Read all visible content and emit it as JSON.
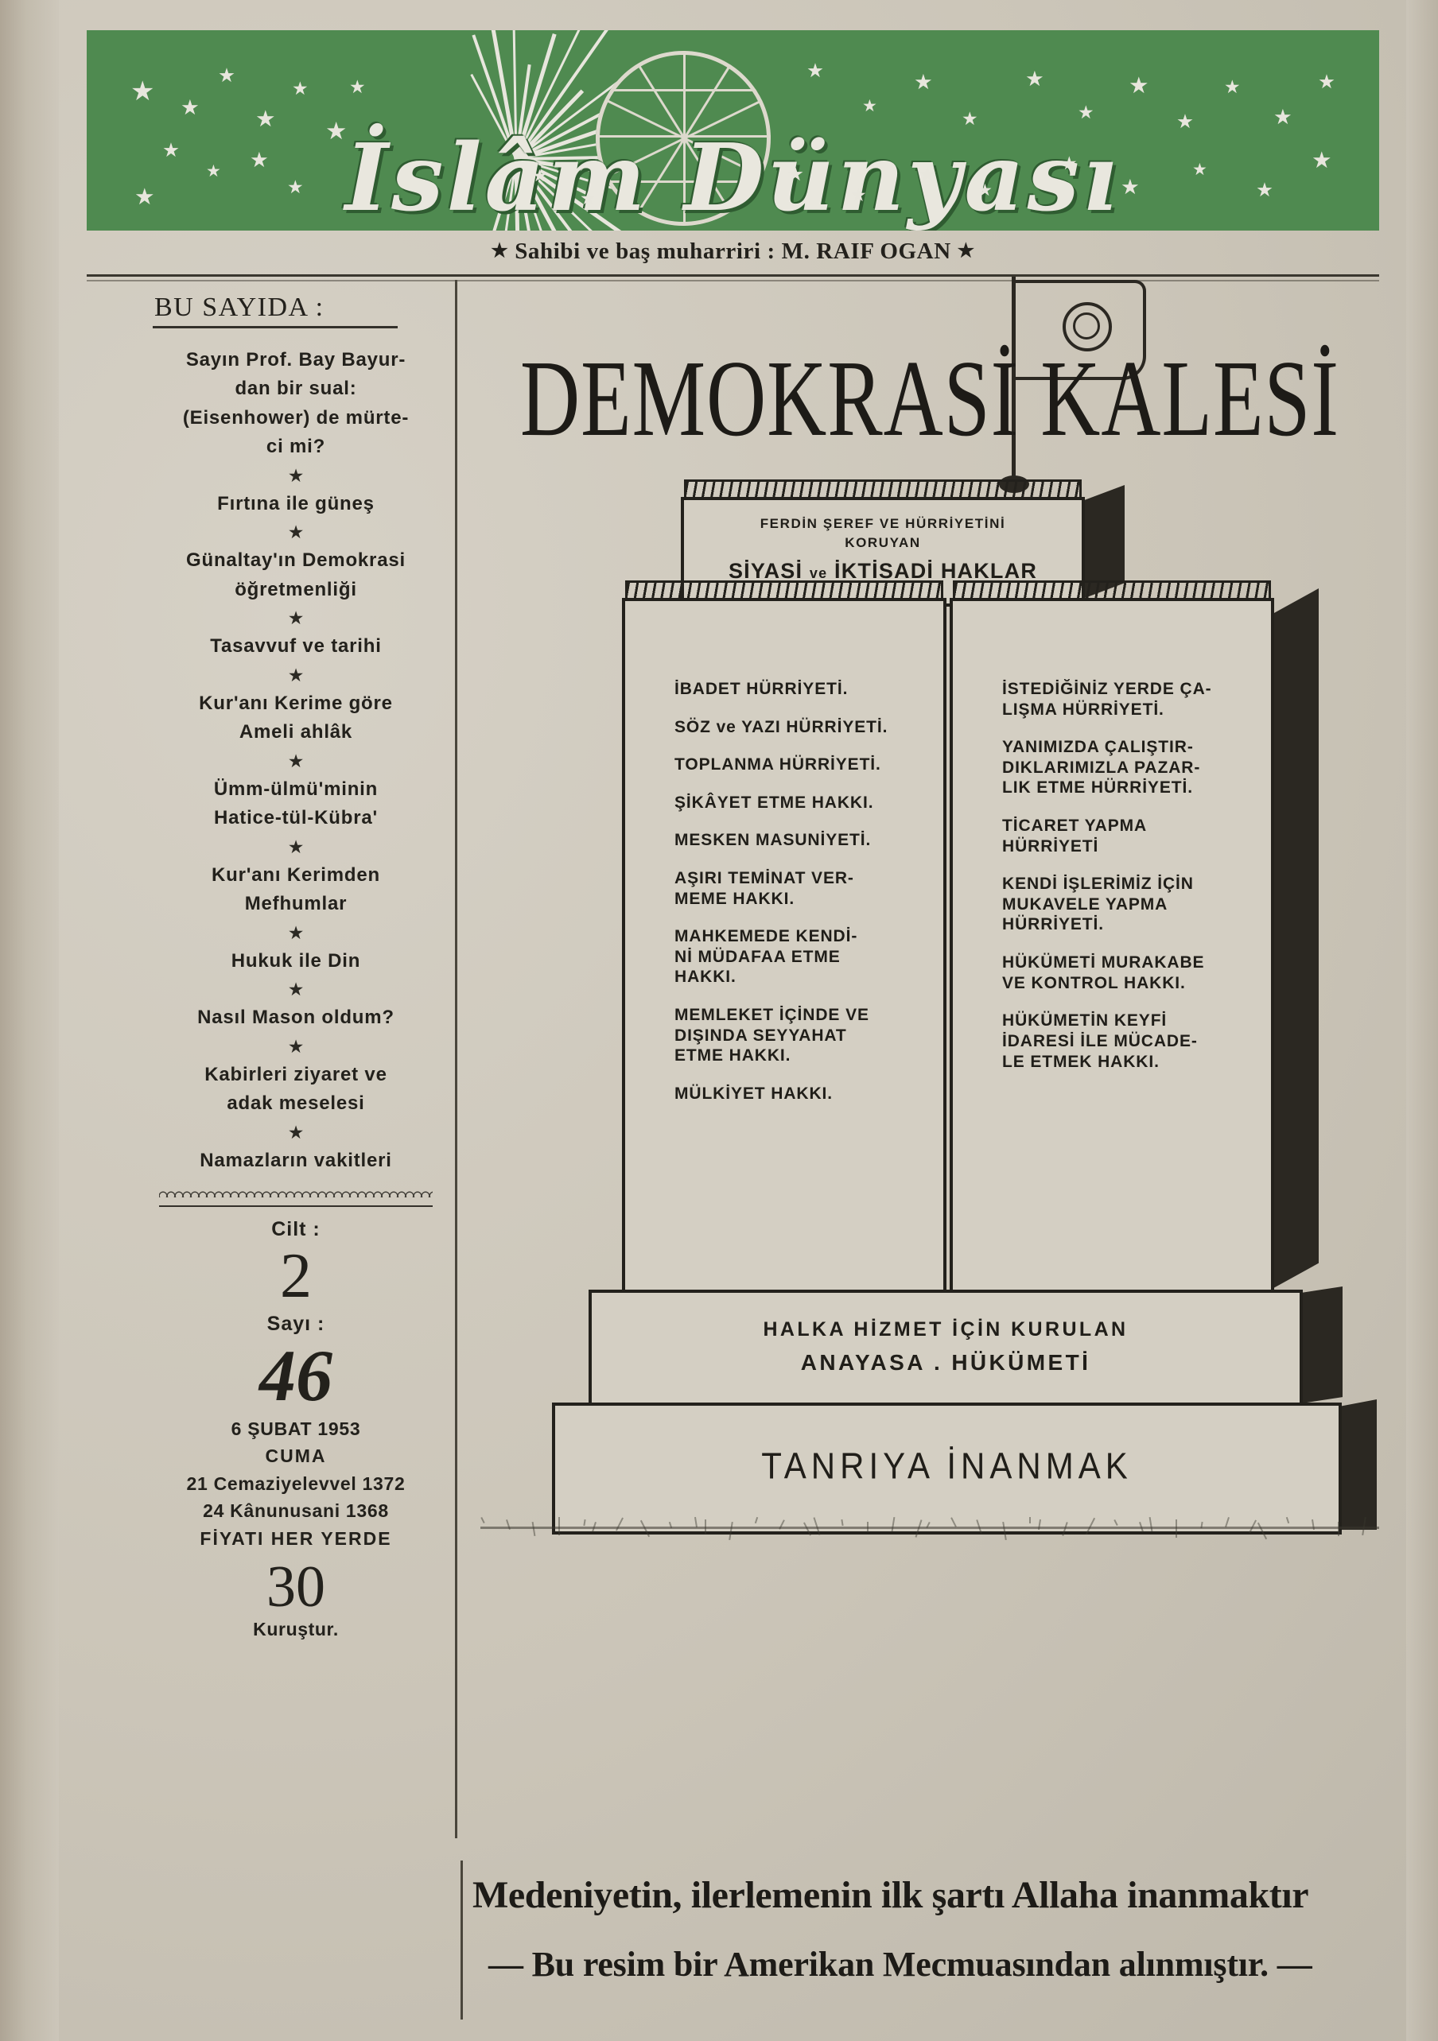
{
  "masthead": {
    "logotype": "İslâm Dünyası",
    "byline_star": "★",
    "byline": "Sahibi ve baş muharriri : M. RAIF OGAN",
    "accent_green": "#4f8a50",
    "paper": "#cdc7bb",
    "ink": "#23211c"
  },
  "sidebar": {
    "heading": "BU SAYIDA :",
    "separator": "★",
    "items": [
      "Sayın Prof. Bay Bayur-\ndan bir sual:\n(Eisenhower) de mürte-\nci mi?",
      "Fırtına ile güneş",
      "Günaltay'ın Demokrasi\nöğretmenliği",
      "Tasavvuf ve tarihi",
      "Kur'anı Kerime göre\nAmeli ahlâk",
      "Ümm-ülmü'minin\nHatice-tül-Kübra'",
      "Kur'anı Kerimden\nMefhumlar",
      "Hukuk ile Din",
      "Nasıl Mason oldum?",
      "Kabirleri ziyaret ve\nadak meselesi",
      "Namazların vakitleri"
    ],
    "volume_label": "Cilt :",
    "volume_value": "2",
    "issue_label": "Sayı :",
    "issue_value": "46",
    "date_gregorian": "6 ŞUBAT  1953",
    "day_name": "CUMA",
    "date_hijri": "21 Cemaziyelevvel  1372",
    "date_rumi": "24 Kânunusani 1368",
    "price_label": "FİYATI HER YERDE",
    "price_value": "30",
    "price_unit": "Kuruştur."
  },
  "illustration": {
    "title": "DEMOKRASİ KALESİ",
    "flag_icon": "flag-icon",
    "top_block": {
      "line1": "FERDİN ŞEREF VE HÜRRİYETİNİ",
      "line2": "KORUYAN",
      "line3_a": "SİYASİ",
      "line3_ve": "ve",
      "line3_b": "İKTİSADİ HAKLAR"
    },
    "left_pillar": [
      "İBADET HÜRRİYETİ.",
      "SÖZ ve YAZI HÜRRİYETİ.",
      "TOPLANMA HÜRRİYETİ.",
      "ŞİKÂYET ETME HAKKI.",
      "MESKEN MASUNİYETİ.",
      "AŞIRI TEMİNAT VER-\nMEME HAKKI.",
      "MAHKEMEDE KENDİ-\nNİ MÜDAFAA ETME\nHAKKI.",
      "MEMLEKET İÇİNDE VE\nDIŞINDA SEYYAHAT\nETME HAKKI.",
      "MÜLKİYET HAKKI."
    ],
    "right_pillar": [
      "İSTEDİĞİNİZ YERDE ÇA-\nLIŞMA HÜRRİYETİ.",
      "YANIMIZDA ÇALIŞTIR-\nDIKLARIMIZLA PAZAR-\nLIK ETME HÜRRİYETİ.",
      "TİCARET YAPMA\nHÜRRİYETİ",
      "KENDİ İŞLERİMİZ İÇİN\nMUKAVELE YAPMA\nHÜRRİYETİ.",
      "HÜKÜMETİ MURAKABE\nVE KONTROL HAKKI.",
      "HÜKÜMETİN KEYFİ\nİDARESİ İLE MÜCADE-\nLE ETMEK HAKKI."
    ],
    "tier2_line1": "HALKA HİZMET İÇİN KURULAN",
    "tier2_line2": "ANAYASA . HÜKÜMETİ",
    "tier1_line1": "TANRIYA  İNANMAK"
  },
  "captions": {
    "line1": "Medeniyetin, ilerlemenin ilk şartı Allaha inanmaktır",
    "line2": "— Bu resim bir Amerikan Mecmuasından alınmıştır. —"
  }
}
